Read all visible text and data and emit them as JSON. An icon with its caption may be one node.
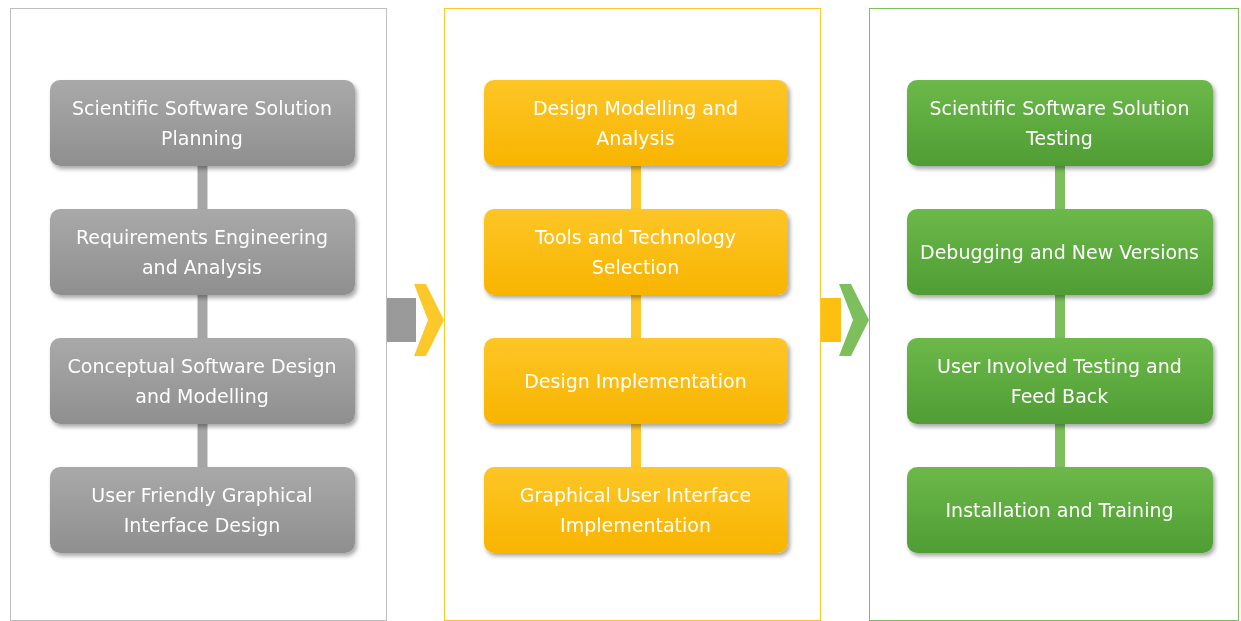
{
  "diagram": {
    "nodes": [
      {
        "text": [],
        "shape": "box"
      },
      {
        "text": [
          "Scientific Software Solution Planning"
        ],
        "in": 0
      },
      {
        "text": [
          "Requirements  Engineering and Analysis"
        ],
        "in": 0
      },
      {
        "text": [
          "Conceptual Software Design and Modelling"
        ],
        "in": 0
      },
      {
        "text": [
          "User Friendly Graphical Interface Design"
        ],
        "in": 0
      },
      {
        "text": [],
        "shape": "box"
      },
      {
        "text": [
          "Design Modelling and Analysis"
        ],
        "in": 5
      },
      {
        "text": [
          "Tools and Technology Selection"
        ],
        "in": 5
      },
      {
        "text": [
          "Design Implementation"
        ],
        "in": 5
      },
      {
        "text": [
          "Graphical User Interface Implementation"
        ],
        "in": 5
      },
      {
        "text": [],
        "shape": "box"
      },
      {
        "text": [
          "Scientific Software Solution Testing"
        ],
        "in": 10
      },
      {
        "text": [
          "Debugging and New Versions"
        ],
        "in": 10
      },
      {
        "text": [
          "User Involved Testing and Feed Back"
        ],
        "in": 10
      },
      {
        "text": [
          "Installation and Training"
        ],
        "in": 10
      }
    ],
    "edges": [
      {
        "from": 1,
        "to": 2,
        "arrow": "none",
        "color": "#a6a6a6"
      },
      {
        "from": 2,
        "to": 3,
        "arrow": "none",
        "color": "#a6a6a6"
      },
      {
        "from": 3,
        "to": 4,
        "arrow": "none",
        "color": "#a6a6a6"
      },
      {
        "from": 6,
        "to": 7,
        "arrow": "none",
        "color": "#fdc82a"
      },
      {
        "from": 7,
        "to": 8,
        "arrow": "none",
        "color": "#fdc82a"
      },
      {
        "from": 8,
        "to": 9,
        "arrow": "none",
        "color": "#fdc82a"
      },
      {
        "from": 11,
        "to": 12,
        "arrow": "none",
        "color": "#7cbf5c"
      },
      {
        "from": 12,
        "to": 13,
        "arrow": "none",
        "color": "#7cbf5c"
      },
      {
        "from": 13,
        "to": 14,
        "arrow": "none",
        "color": "#7cbf5c"
      },
      {
        "from": 0,
        "to": 5,
        "arrow": "to",
        "style": "thick",
        "color": "#9a9a9a"
      },
      {
        "from": 5,
        "to": 10,
        "arrow": "to",
        "style": "thick",
        "color": "#fdbf12"
      }
    ]
  }
}
